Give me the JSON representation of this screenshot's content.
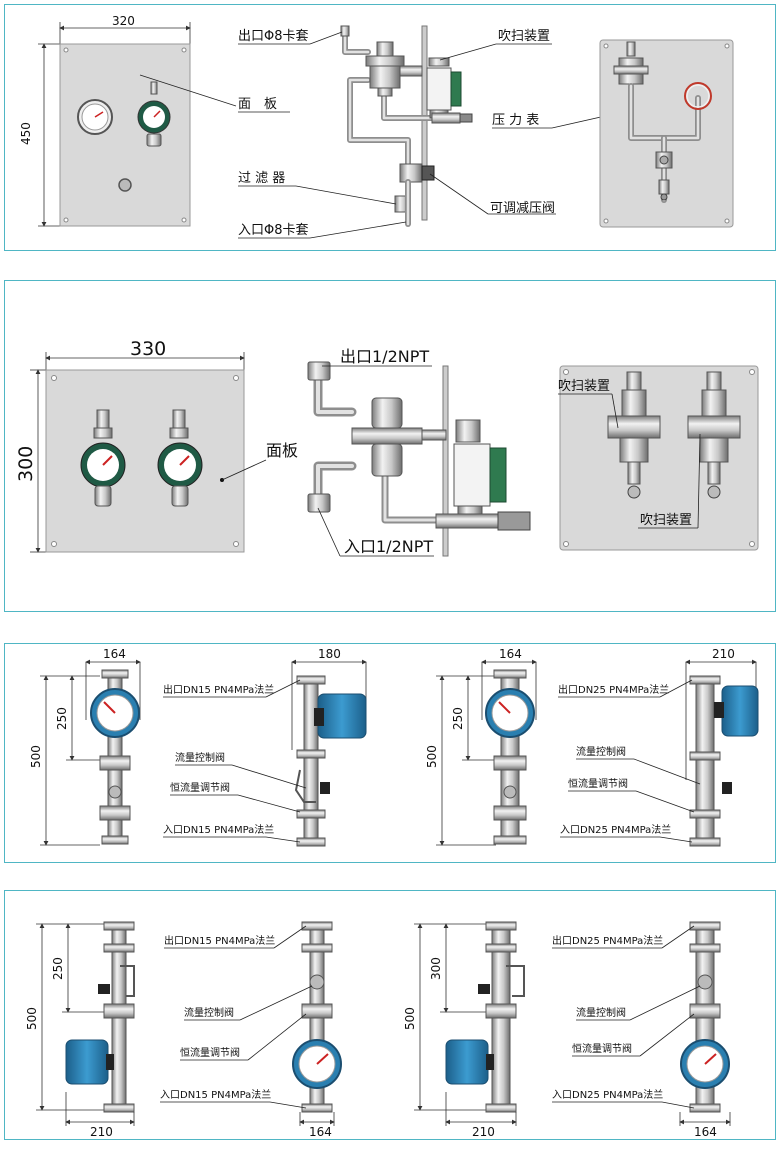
{
  "panel1": {
    "dim_width": "320",
    "dim_height": "450",
    "label_panel": "面　板",
    "label_outlet": "出口Φ8卡套",
    "label_filter": "过 滤 器",
    "label_inlet": "入口Φ8卡套",
    "label_purge": "吹扫装置",
    "label_gauge": "压 力 表",
    "label_valve": "可调减压阀"
  },
  "panel2": {
    "dim_width": "330",
    "dim_height": "300",
    "label_panel": "面板",
    "label_outlet": "出口1/2NPT",
    "label_inlet": "入口1/2NPT",
    "label_purge_top": "吹扫装置",
    "label_purge_bottom": "吹扫装置"
  },
  "panel3": {
    "left": {
      "dim_width": "164",
      "dim_250": "250",
      "dim_500": "500",
      "side_width": "180",
      "label_outlet": "出口DN15 PN4MPa法兰",
      "label_flow_valve": "流量控制阀",
      "label_const_valve": "恒流量调节阀",
      "label_inlet": "入口DN15 PN4MPa法兰"
    },
    "right": {
      "dim_width": "164",
      "dim_250": "250",
      "dim_500": "500",
      "side_width": "210",
      "label_outlet": "出口DN25 PN4MPa法兰",
      "label_flow_valve": "流量控制阀",
      "label_const_valve": "恒流量调节阀",
      "label_inlet": "入口DN25 PN4MPa法兰"
    }
  },
  "panel4": {
    "left": {
      "dim_250": "250",
      "dim_500": "500",
      "dim_bottom_left": "210",
      "dim_bottom_right": "164",
      "label_outlet": "出口DN15 PN4MPa法兰",
      "label_flow_valve": "流量控制阀",
      "label_const_valve": "恒流量调节阀",
      "label_inlet": "入口DN15 PN4MPa法兰"
    },
    "right": {
      "dim_300": "300",
      "dim_500": "500",
      "dim_bottom_left": "210",
      "dim_bottom_right": "164",
      "label_outlet": "出口DN25 PN4MPa法兰",
      "label_flow_valve": "流量控制阀",
      "label_const_valve": "恒流量调节阀",
      "label_inlet": "入口DN25 PN4MPa法兰"
    }
  },
  "colors": {
    "border": "#4fb6c4",
    "plate": "#d9d9d9",
    "gauge_ring": "#1f5a45",
    "converter_blue": "#2a7fb0",
    "terminal_green": "#2f7a4f"
  }
}
